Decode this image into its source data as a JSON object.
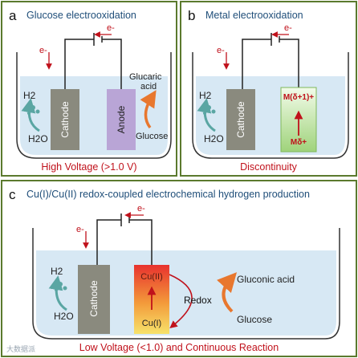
{
  "panel_a": {
    "letter": "a",
    "title": "Glucose electrooxidation",
    "electron_top": "e-",
    "electron_left": "e-",
    "h2": "H2",
    "h2o": "H2O",
    "cathode": "Cathode",
    "anode": "Anode",
    "glucaric_acid_line1": "Glucaric",
    "glucaric_acid_line2": "acid",
    "glucose": "Glucose",
    "caption": "High Voltage (>1.0 V)"
  },
  "panel_b": {
    "letter": "b",
    "title": "Metal electrooxidation",
    "electron_top": "e-",
    "electron_left": "e-",
    "h2": "H2",
    "h2o": "H2O",
    "cathode": "Cathode",
    "metal_high": "M(δ+1)+",
    "metal_low": "Mδ+",
    "caption": "Discontinuity"
  },
  "panel_c": {
    "letter": "c",
    "title": "Cu(I)/Cu(II) redox-coupled electrochemical hydrogen production",
    "electron_top": "e-",
    "electron_left": "e-",
    "h2": "H2",
    "h2o": "H2O",
    "cathode": "Cathode",
    "cu2": "Cu(II)",
    "cu1": "Cu(I)",
    "redox": "Redox",
    "gluconic_acid": "Gluconic acid",
    "glucose": "Glucose",
    "caption": "Low Voltage (<1.0) and Continuous Reaction"
  },
  "watermark": "大数据派",
  "colors": {
    "border": "#5b7a2e",
    "title_blue": "#1f4e79",
    "caption_red": "#c0111b",
    "electrolyte": "#d7e8f4",
    "electrode_gray": "#8a8a7e",
    "anode_purple": "#b9a5d6",
    "arrow_orange": "#e8772e",
    "bubble_teal": "#5aa6a3"
  }
}
